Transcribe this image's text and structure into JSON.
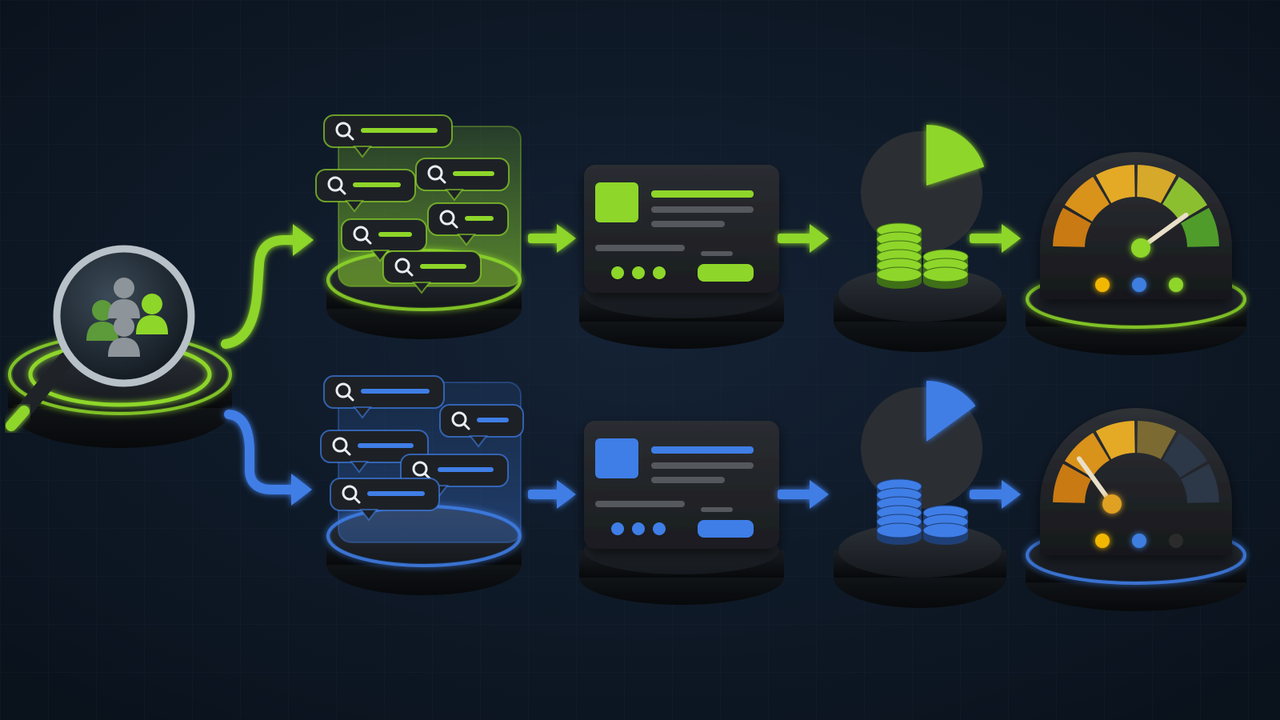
{
  "diagram": {
    "start_node": {
      "icon": "magnifier-users-icon"
    },
    "flows": [
      {
        "key": "green",
        "accent": "#8ed62a",
        "accent_dark": "#3f6f17",
        "stages": [
          {
            "icon": "search-chat-bubbles-icon",
            "bubble_count": 6
          },
          {
            "icon": "profile-card-icon"
          },
          {
            "icon": "pie-chart-coins-icon",
            "pie_share": 0.2
          },
          {
            "icon": "speed-gauge-icon",
            "needle_level": 0.8,
            "lights": [
              "#f2b705",
              "#3d7ee0",
              "#8ed62a"
            ]
          }
        ]
      },
      {
        "key": "blue",
        "accent": "#3f7ee6",
        "accent_dark": "#1f3f77",
        "stages": [
          {
            "icon": "search-chat-bubbles-icon",
            "bubble_count": 5
          },
          {
            "icon": "profile-card-icon"
          },
          {
            "icon": "pie-chart-coins-icon",
            "pie_share": 0.15
          },
          {
            "icon": "speed-gauge-icon",
            "needle_level": 0.3,
            "lights": [
              "#f2b705",
              "#3d7ee0",
              "#2b2b2b"
            ]
          }
        ]
      }
    ],
    "gauge_bands": [
      "#c97a13",
      "#d9921a",
      "#e4aa26",
      "#d7a92a",
      "#8cbf30",
      "#4f9c2b"
    ]
  }
}
